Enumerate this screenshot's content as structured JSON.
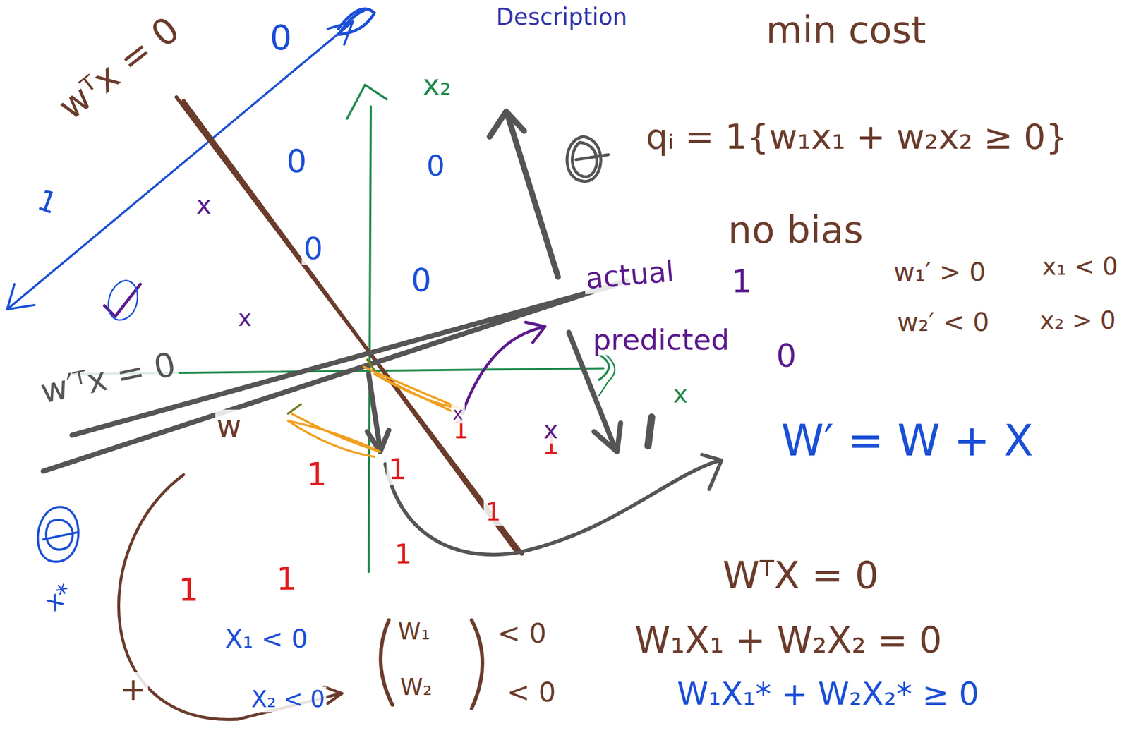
{
  "diagram": {
    "title": "Description",
    "labels": [
      "min cost",
      "qᵢ = 1{w₁x₁ + w₂x₂ ≥ 0}",
      "no bias",
      "w₁′ > 0",
      "x₁ < 0",
      "w₂′ < 0",
      "x₂ > 0",
      "actual",
      "1",
      "predicted",
      "0",
      "x",
      "W′ = W + X",
      "WᵀX = 0",
      "W₁X₁ + W₂X₂ = 0",
      "W₁X₁* + W₂X₂* ≥ 0",
      "X₁ < 0",
      "X₂ < 0",
      "W₁",
      "W₂",
      "< 0",
      "< 0",
      "wᵀx = 0",
      "w′ᵀx = 0",
      "x₂",
      "w",
      "x*",
      "+",
      "0",
      "0",
      "0",
      "0",
      "0",
      "1",
      "1",
      "1",
      "1",
      "1",
      "1",
      "1",
      "1",
      "x",
      "x",
      "x",
      "x",
      "1"
    ]
  }
}
